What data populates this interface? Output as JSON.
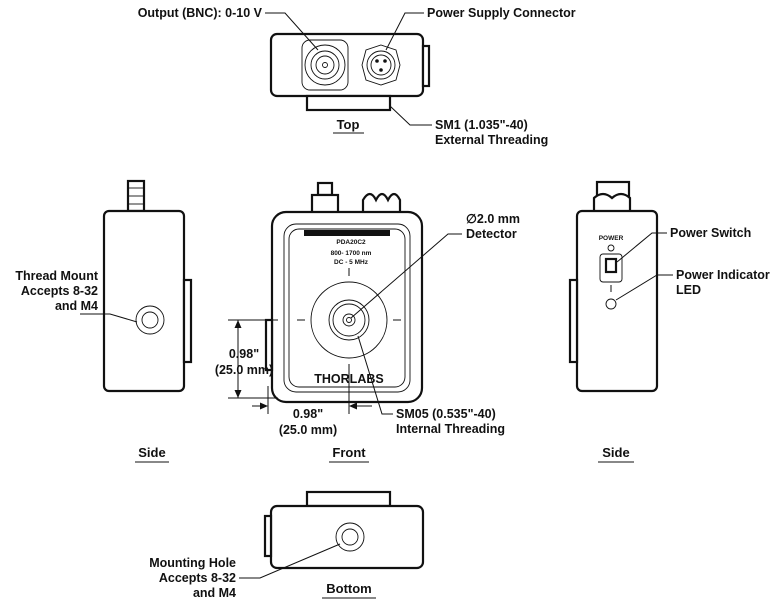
{
  "views": {
    "top": "Top",
    "side_left": "Side",
    "front": "Front",
    "side_right": "Side",
    "bottom": "Bottom"
  },
  "callouts": {
    "output": "Output (BNC): 0-10 V",
    "power_connector": "Power Supply Connector",
    "sm1_line1": "SM1 (1.035\"-40)",
    "sm1_line2": "External Threading",
    "thread_mount_line1": "Thread Mount",
    "thread_mount_line2": "Accepts 8-32",
    "thread_mount_line3": "and M4",
    "detector_line1": "∅2.0 mm",
    "detector_line2": "Detector",
    "power_switch": "Power Switch",
    "power_led_line1": "Power Indicator",
    "power_led_line2": "LED",
    "sm05_line1": "SM05 (0.535\"-40)",
    "sm05_line2": "Internal Threading",
    "mounting_hole_line1": "Mounting Hole",
    "mounting_hole_line2": "Accepts 8-32",
    "mounting_hole_line3": "and M4"
  },
  "dimensions": {
    "vertical_in": "0.98\"",
    "vertical_mm": "(25.0 mm)",
    "horizontal_in": "0.98\"",
    "horizontal_mm": "(25.0 mm)"
  },
  "device_labels": {
    "model": "PDA20C2",
    "range": "800- 1700 nm",
    "bandwidth": "DC - 5 MHz",
    "brand": "THORLABS",
    "switch_label": "POWER"
  }
}
